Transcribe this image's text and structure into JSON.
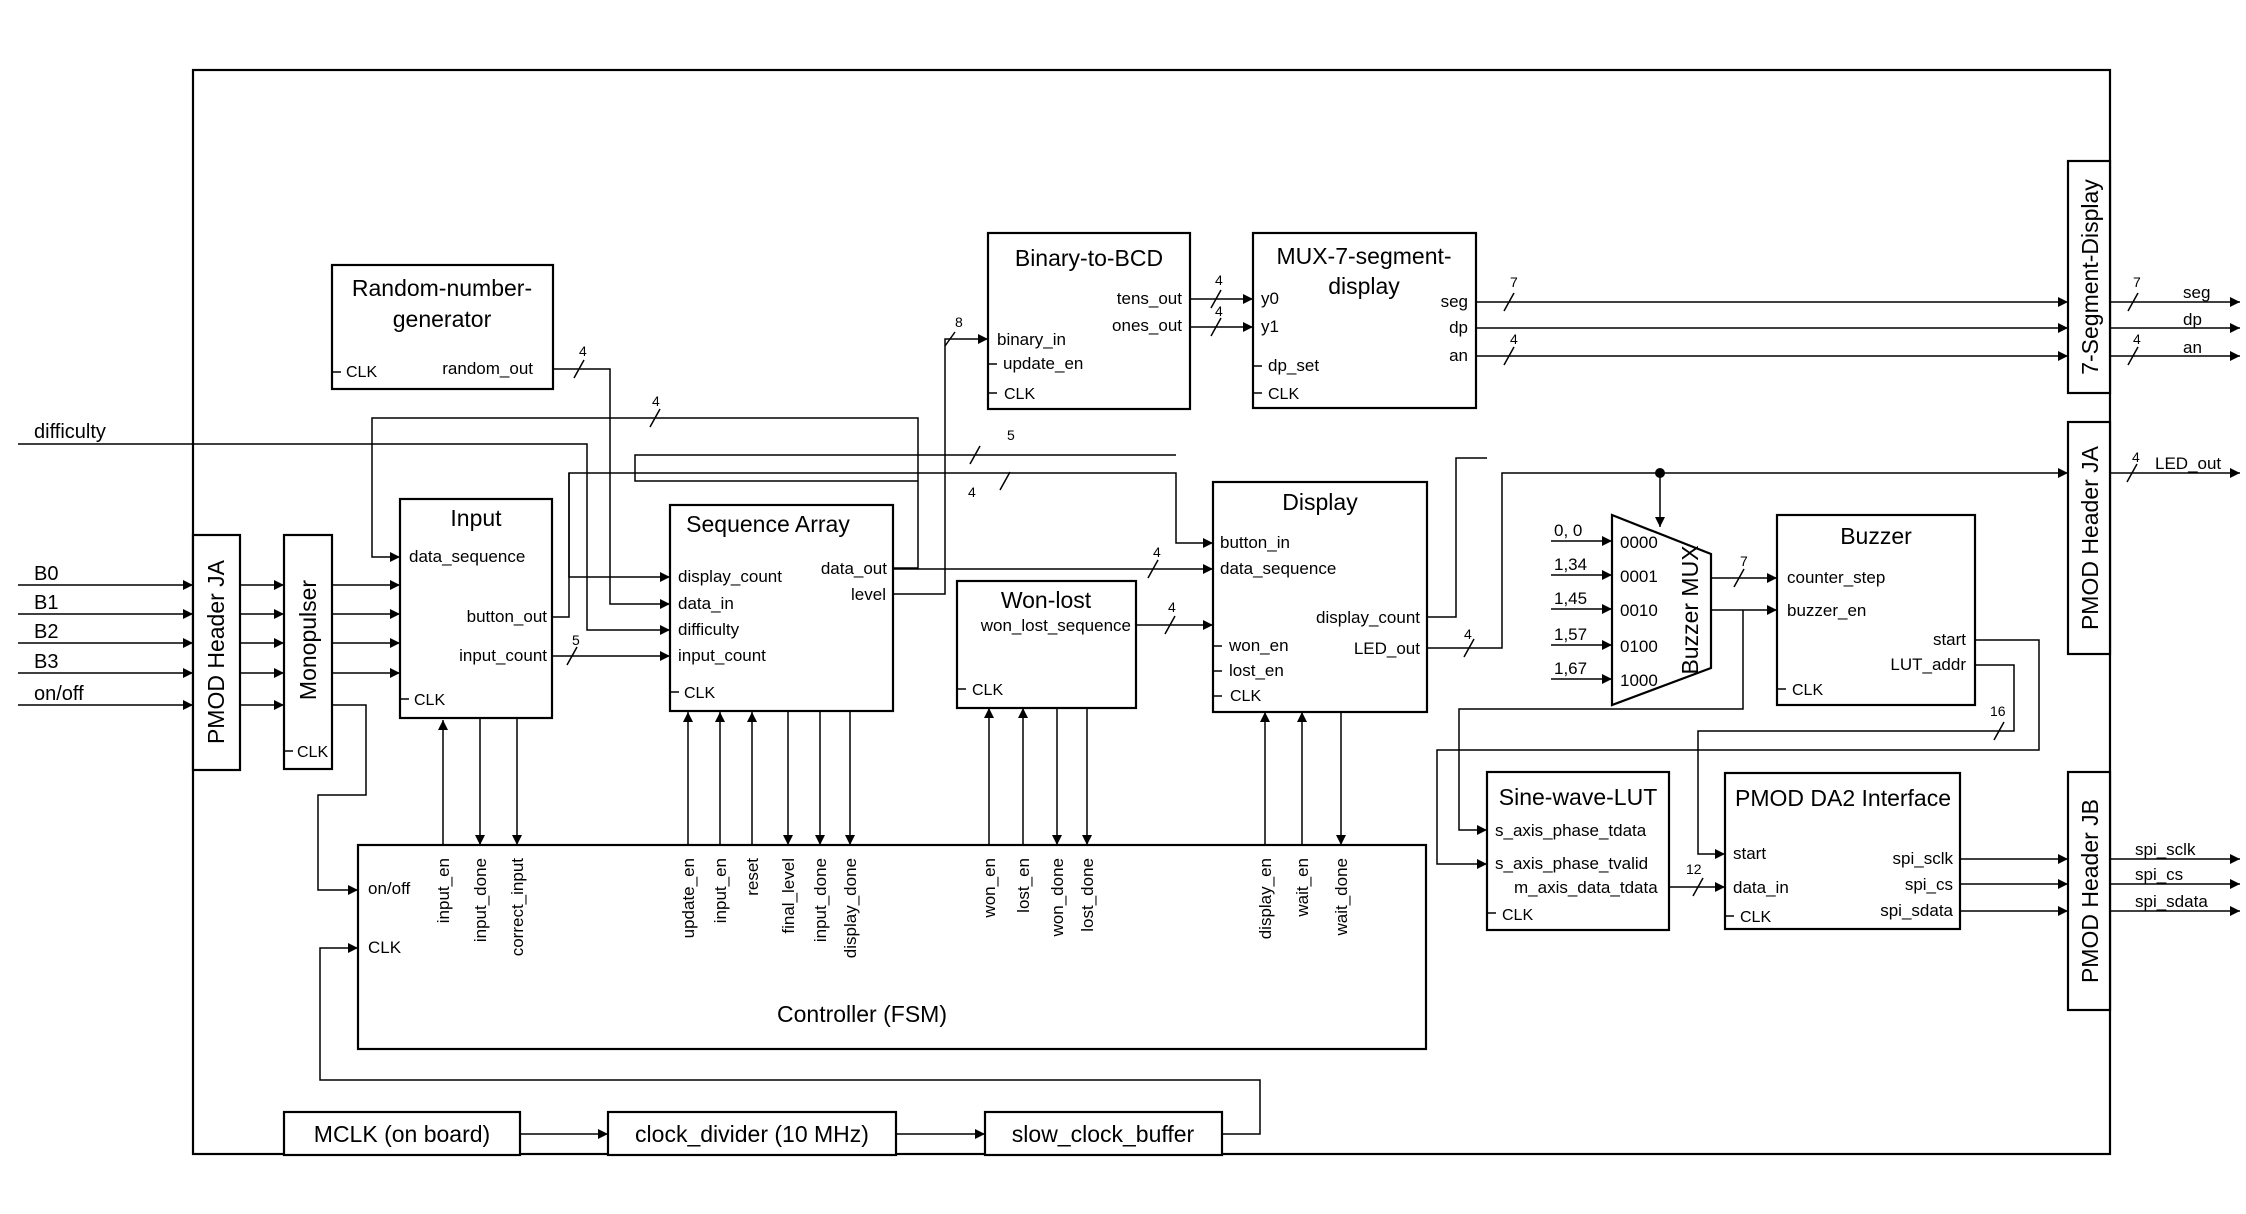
{
  "inputs": {
    "difficulty": "difficulty",
    "b0": "B0",
    "b1": "B1",
    "b2": "B2",
    "b3": "B3",
    "onoff": "on/off"
  },
  "blocks": {
    "pmod_ja_left": "PMOD Header JA",
    "monopulser": "Monopulser",
    "rng": {
      "title_line1": "Random-number-",
      "title_line2": "generator",
      "clk": "CLK",
      "random_out": "random_out"
    },
    "input": {
      "title": "Input",
      "data_sequence": "data_sequence",
      "button_out": "button_out",
      "input_count": "input_count",
      "clk": "CLK"
    },
    "seq": {
      "title": "Sequence Array",
      "display_count": "display_count",
      "data_in": "data_in",
      "difficulty": "difficulty",
      "input_count": "input_count",
      "data_out": "data_out",
      "level": "level",
      "clk": "CLK"
    },
    "bcd": {
      "title": "Binary-to-BCD",
      "binary_in": "binary_in",
      "update_en": "update_en",
      "clk": "CLK",
      "tens_out": "tens_out",
      "ones_out": "ones_out"
    },
    "mux7": {
      "title_line1": "MUX-7-segment-",
      "title_line2": "display",
      "y0": "y0",
      "y1": "y1",
      "dp_set": "dp_set",
      "clk": "CLK",
      "seg": "seg",
      "dp": "dp",
      "an": "an"
    },
    "wonlost": {
      "title": "Won-lost",
      "won_lost_sequence": "won_lost_sequence",
      "clk": "CLK"
    },
    "display": {
      "title": "Display",
      "button_in": "button_in",
      "data_sequence": "data_sequence",
      "won_en": "won_en",
      "lost_en": "lost_en",
      "clk": "CLK",
      "display_count": "display_count",
      "led_out": "LED_out"
    },
    "buzzer_mux": {
      "title": "Buzzer MUX",
      "sel": [
        "0000",
        "0001",
        "0010",
        "0100",
        "1000"
      ],
      "vals": [
        "0, 0",
        "1,34",
        "1,45",
        "1,57",
        "1,67"
      ]
    },
    "buzzer": {
      "title": "Buzzer",
      "counter_step": "counter_step",
      "buzzer_en": "buzzer_en",
      "start": "start",
      "lut_addr": "LUT_addr",
      "clk": "CLK"
    },
    "sine": {
      "title": "Sine-wave-LUT",
      "phase_tdata": "s_axis_phase_tdata",
      "phase_tvalid": "s_axis_phase_tvalid",
      "data_tdata": "m_axis_data_tdata",
      "clk": "CLK"
    },
    "da2": {
      "title": "PMOD DA2 Interface",
      "start": "start",
      "data_in": "data_in",
      "clk": "CLK",
      "spi_sclk": "spi_sclk",
      "spi_cs": "spi_cs",
      "spi_sdata": "spi_sdata"
    },
    "seg7": "7-Segment-Display",
    "pmod_ja_right": "PMOD Header JA",
    "pmod_jb": "PMOD Header JB",
    "controller": {
      "title": "Controller (FSM)",
      "onoff": "on/off",
      "clk": "CLK",
      "signals": [
        "input_en",
        "input_done",
        "correct_input",
        "update_en",
        "input_en",
        "reset",
        "final_level",
        "input_done",
        "display_done",
        "won_en",
        "lost_en",
        "won_done",
        "lost_done",
        "display_en",
        "wait_en",
        "wait_done"
      ]
    },
    "mclk": "MCLK (on board)",
    "clkdiv": "clock_divider (10 MHz)",
    "slowbuf": "slow_clock_buffer"
  },
  "outputs": {
    "seg": "seg",
    "dp": "dp",
    "an": "an",
    "led_out": "LED_out",
    "spi_sclk": "spi_sclk",
    "spi_cs": "spi_cs",
    "spi_sdata": "spi_sdata"
  },
  "bus_widths": {
    "rng": "4",
    "diff": "4",
    "inputcount": "5",
    "level": "8",
    "tens": "4",
    "ones": "4",
    "segin": "7",
    "anin": "4",
    "seqout": "4",
    "wonlost": "4",
    "led": "4",
    "cstep": "7",
    "lut": "16",
    "dac": "12",
    "segout": "7",
    "anout": "4",
    "ledout": "4",
    "fb5": "5",
    "fb4": "4"
  }
}
